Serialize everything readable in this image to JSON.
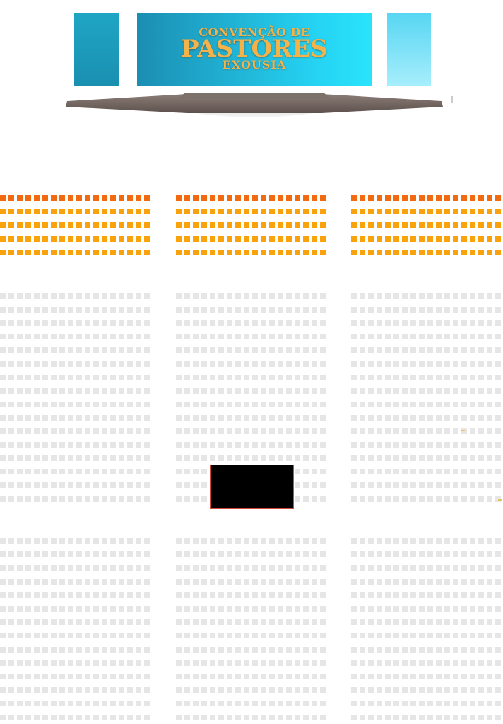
{
  "stage": {
    "logo_line1": "CONVENÇÃO DE",
    "logo_line2": "PASTORES",
    "logo_line3": "EXOUSIA"
  },
  "colors": {
    "seat_reserved_front": "#f26a10",
    "seat_reserved": "#f9a20c",
    "seat_available": "#e6e6e6",
    "blackout": "#000000"
  },
  "seating": {
    "sections": [
      "left",
      "center",
      "right"
    ],
    "seats_per_row": 18,
    "reserved_rows": 5,
    "blocks": [
      {
        "name": "front-block",
        "rows": 5,
        "status": "reserved"
      },
      {
        "name": "middle-block",
        "rows": 16,
        "status": "available"
      },
      {
        "name": "back-block",
        "rows": 14,
        "status": "available"
      }
    ]
  }
}
